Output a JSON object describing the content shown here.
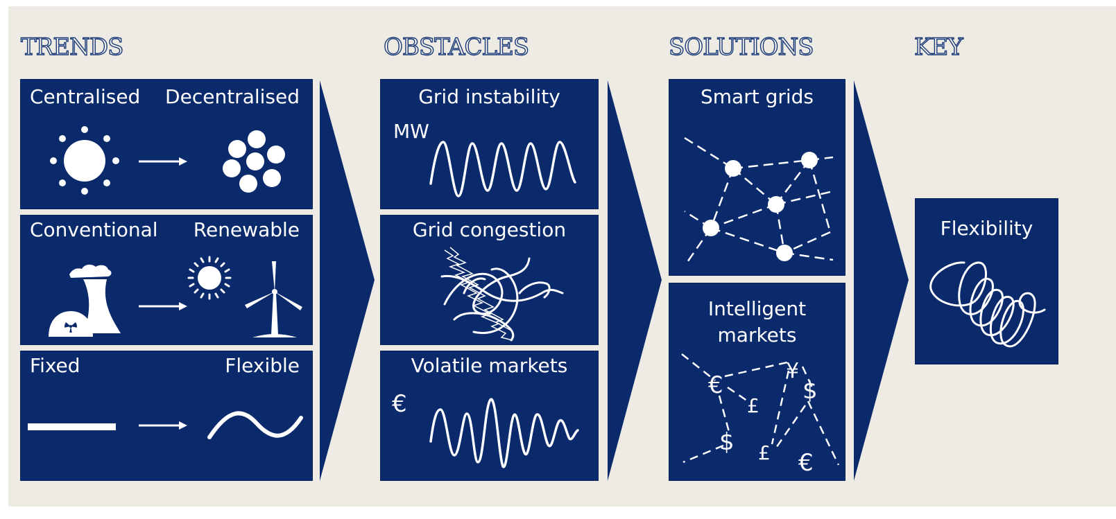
{
  "headings": {
    "trends": "TRENDS",
    "obstacles": "OBSTACLES",
    "solutions": "SOLUTIONS",
    "key": "KEY"
  },
  "trends": {
    "row1": {
      "from": "Centralised",
      "to": "Decentralised"
    },
    "row2": {
      "from": "Conventional",
      "to": "Renewable"
    },
    "row3": {
      "from": "Fixed",
      "to": "Flexible"
    }
  },
  "obstacles": {
    "grid_instability": "Grid instability",
    "mw_label": "MW",
    "grid_congestion": "Grid congestion",
    "volatile_markets": "Volatile markets",
    "euro_label": "€"
  },
  "solutions": {
    "smart_grids": "Smart grids",
    "intelligent_markets_line1": "Intelligent",
    "intelligent_markets_line2": "markets",
    "currency_symbols": [
      "€",
      "¥",
      "$",
      "£",
      "$",
      "£",
      "€"
    ]
  },
  "key": {
    "flexibility": "Flexibility"
  },
  "colors": {
    "panel_navy": "#0b2a6c",
    "background": "#edebe3",
    "heading_outline": "#1b3a7a"
  }
}
